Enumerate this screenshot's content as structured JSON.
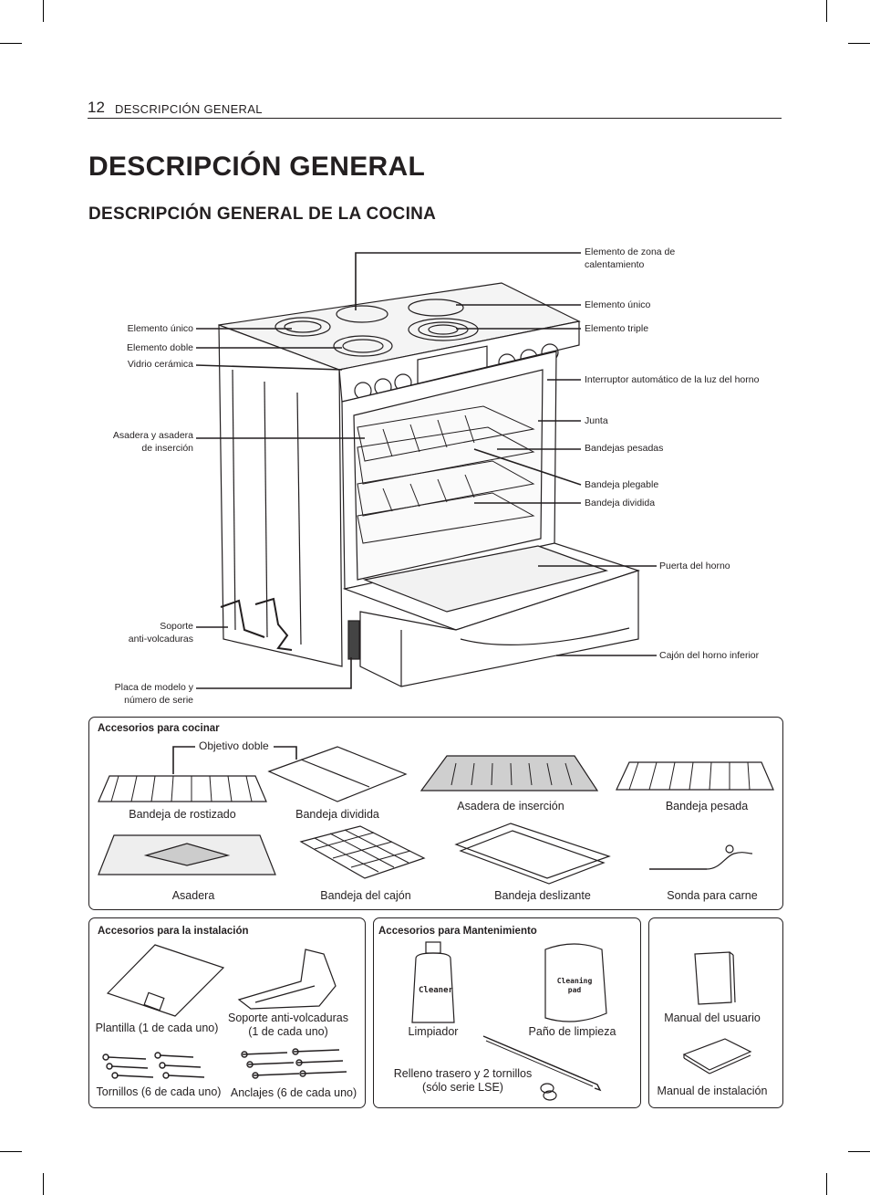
{
  "header": {
    "page_number": "12",
    "section": "DESCRIPCIÓN GENERAL"
  },
  "title": "DESCRIPCIÓN GENERAL",
  "subtitle": "DESCRIPCIÓN GENERAL DE LA COCINA",
  "callouts_right": {
    "zona_1": "Elemento de zona de",
    "zona_2": "calentamiento",
    "unico": "Elemento único",
    "triple": "Elemento triple",
    "interruptor": "Interruptor automático de la luz del horno",
    "junta": "Junta",
    "bandejas_pesadas": "Bandejas pesadas",
    "plegable": "Bandeja plegable",
    "dividida": "Bandeja dividida",
    "puerta": "Puerta del horno",
    "cajon": "Cajón del horno inferior"
  },
  "callouts_left": {
    "unico": "Elemento único",
    "doble": "Elemento doble",
    "vidrio": "Vidrio cerámica",
    "asadera_1": "Asadera y asadera",
    "asadera_2": "de inserción",
    "soporte_1": "Soporte",
    "soporte_2": "anti-volcaduras",
    "placa_1": "Placa de modelo y",
    "placa_2": "número de serie"
  },
  "cooking": {
    "title": "Accesorios para cocinar",
    "objetivo": "Objetivo doble",
    "rostizado": "Bandeja de rostizado",
    "dividida": "Bandeja dividida",
    "insercion": "Asadera de inserción",
    "pesada": "Bandeja pesada",
    "asadera": "Asadera",
    "cajon": "Bandeja del cajón",
    "deslizante": "Bandeja deslizante",
    "sonda": "Sonda para carne"
  },
  "install": {
    "title": "Accesorios para la instalación",
    "plantilla": "Plantilla (1 de cada uno)",
    "soporte_1": "Soporte anti-volcaduras",
    "soporte_2": "(1 de cada uno)",
    "tornillos": "Tornillos (6 de cada uno)",
    "anclajes": "Anclajes (6 de cada uno)"
  },
  "maintenance": {
    "title": "Accesorios para Mantenimiento",
    "limpiador": "Limpiador",
    "pano": "Paño de limpieza",
    "relleno_1": "Relleno trasero y 2 tornillos",
    "relleno_2": "(sólo serie LSE)",
    "cleaner_text": "Cleaner",
    "pad_1": "Cleaning",
    "pad_2": "pad"
  },
  "manuals": {
    "usuario": "Manual del usuario",
    "instalacion": "Manual de instalación"
  }
}
